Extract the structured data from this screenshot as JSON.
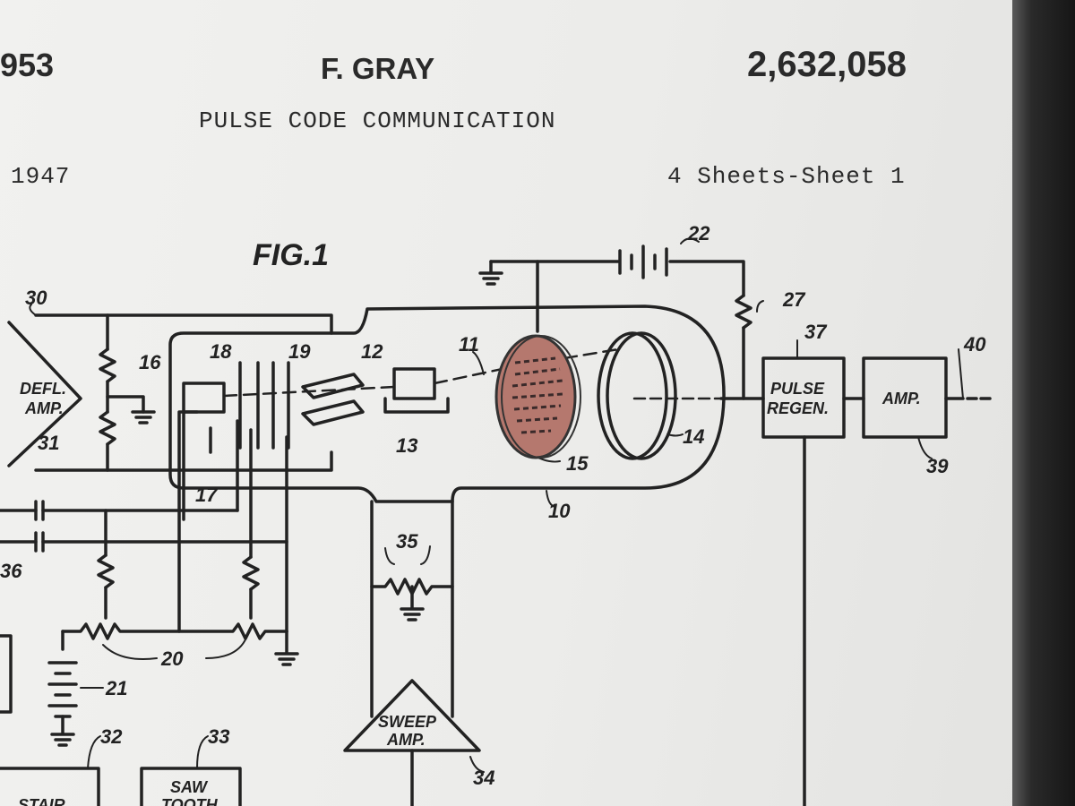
{
  "header": {
    "year_partial": "953",
    "inventor": "F. GRAY",
    "patent_number": "2,632,058",
    "title": "PULSE CODE COMMUNICATION",
    "filing_year_partial": "1947",
    "sheet_info": "4 Sheets-Sheet 1"
  },
  "figure": {
    "caption": "FIG.1",
    "boxes": {
      "defl_amp_line1": "DEFL.",
      "defl_amp_line2": "AMP.",
      "pulse_regen_line1": "PULSE",
      "pulse_regen_line2": "REGEN.",
      "amp": "AMP.",
      "sweep_amp_line1": "SWEEP",
      "sweep_amp_line2": "AMP.",
      "saw_tooth_line1": "SAW",
      "saw_tooth_line2": "TOOTH",
      "stair_line1": "STAIR"
    },
    "reference_numerals": {
      "n10": "10",
      "n11": "11",
      "n12": "12",
      "n13": "13",
      "n14": "14",
      "n15": "15",
      "n16": "16",
      "n17": "17",
      "n18": "18",
      "n19": "19",
      "n20": "20",
      "n21": "21",
      "n22": "22",
      "n27": "27",
      "n30": "30",
      "n31": "31",
      "n32": "32",
      "n33": "33",
      "n34": "34",
      "n35": "35",
      "n36": "36",
      "n37": "37",
      "n39": "39",
      "n40": "40"
    },
    "colors": {
      "ink": "#222222",
      "target_plate": "#b5786e",
      "paper": "#efefed"
    }
  }
}
